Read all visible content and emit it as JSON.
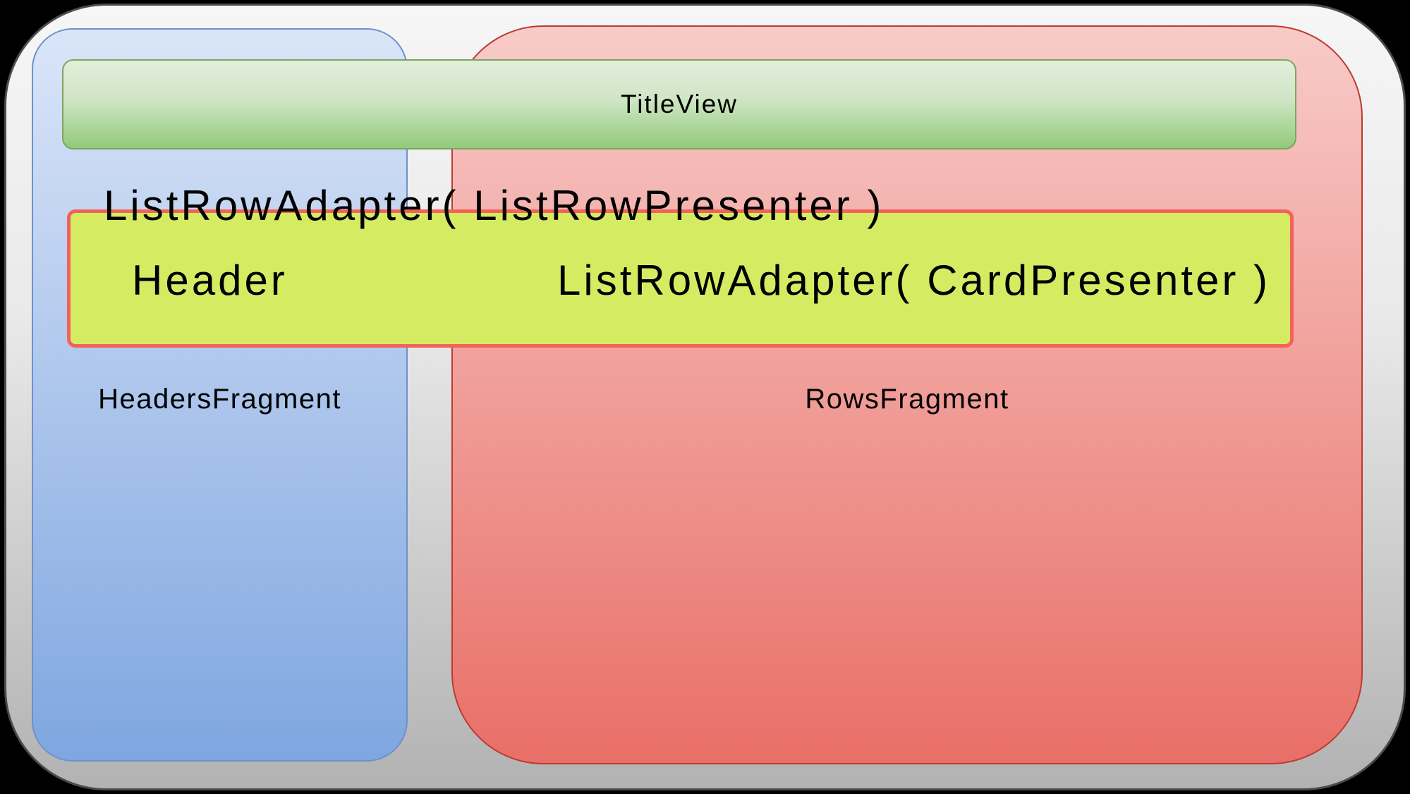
{
  "diagram": {
    "title_view_label": "TitleView",
    "list_row_adapter_presenter": "ListRowAdapter( ListRowPresenter )",
    "header_label": "Header",
    "list_row_adapter_card": "ListRowAdapter( CardPresenter )",
    "headers_fragment_label": "HeadersFragment",
    "rows_fragment_label": "RowsFragment"
  },
  "colors": {
    "page_bg": "#000000",
    "outer_top": "#f6f6f6",
    "outer_bottom": "#b2b2b2",
    "outer_border": "#4b4b4b",
    "headers_box_top": "#dae5f8",
    "headers_box_bottom": "#7fa6e0",
    "headers_box_border": "#6d91cc",
    "rows_box_top": "#f8cbc8",
    "rows_box_bottom": "#e96f68",
    "rows_box_border": "#bc3b31",
    "title_bar_top": "#e2eedb",
    "title_bar_bottom": "#92ca7a",
    "title_bar_border": "#7da55f",
    "adapter_box_fill": "#d5ec62",
    "adapter_box_border": "#f2625b",
    "text": "#000000"
  }
}
